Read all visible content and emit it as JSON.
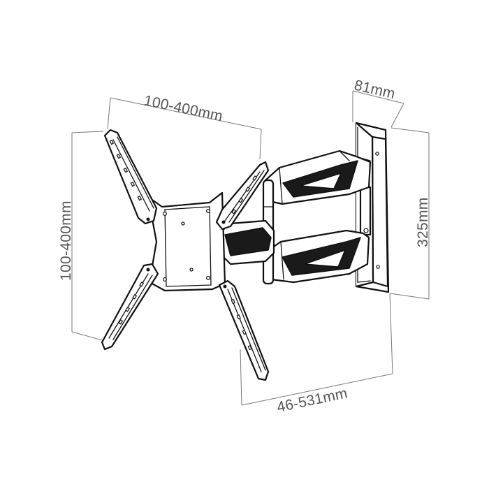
{
  "dimensions": {
    "vesa_width": "100-400mm",
    "vesa_height": "100-400mm",
    "wall_plate_depth": "81mm",
    "wall_plate_height": "325mm",
    "extension_range": "46-531mm"
  },
  "colors": {
    "line": "#111111",
    "dimension_text": "#555555",
    "background": "#ffffff"
  }
}
